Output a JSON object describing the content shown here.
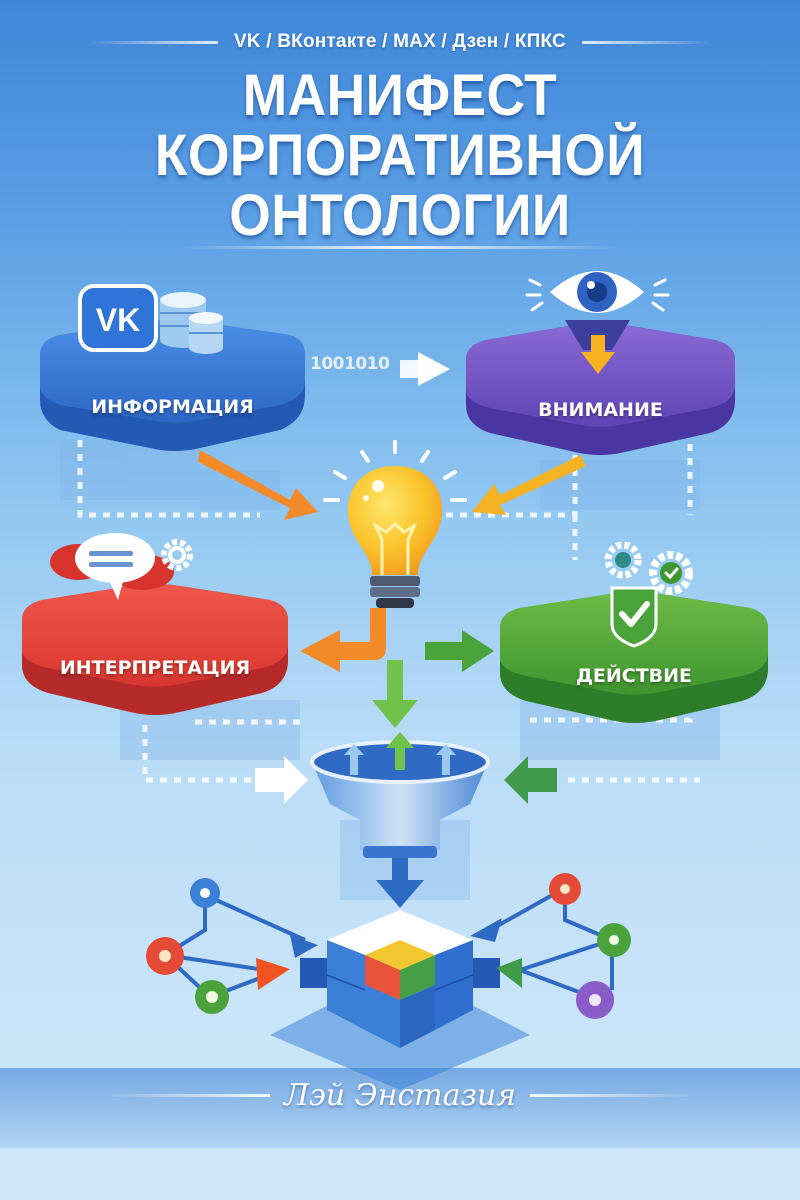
{
  "header": {
    "platforms_line": "VK / ВКонтакте / MAX / Дзен / КПКС",
    "title_lines": [
      "МАНИФЕСТ",
      "КОРПОРАТИВНОЙ",
      "ОНТОЛОГИИ"
    ]
  },
  "diagram": {
    "nodes": [
      {
        "id": "information",
        "label": "ИНФОРМАЦИЯ",
        "color": "#2f6fd0",
        "icons": [
          "vk-logo-icon",
          "database-icon"
        ]
      },
      {
        "id": "attention",
        "label": "ВНИМАНИЕ",
        "color": "#6a4fc0",
        "icons": [
          "eye-icon",
          "down-arrow-icon"
        ]
      },
      {
        "id": "interpretation",
        "label": "ИНТЕРПРЕТАЦИЯ",
        "color": "#e0403a",
        "icons": [
          "speech-bubble-icon",
          "gear-icon"
        ]
      },
      {
        "id": "action",
        "label": "ДЕЙСТВИЕ",
        "color": "#4aa23a",
        "icons": [
          "shield-check-icon",
          "gear-icon",
          "gear-check-icon"
        ]
      }
    ],
    "center": {
      "icon": "lightbulb-icon",
      "color": "#f7c52a"
    },
    "binary_stream": "1001010",
    "funnel": {
      "icon": "funnel-icon",
      "color": "#3f86d8"
    },
    "ontology": {
      "icon": "ontology-cube-icon",
      "cube_colors": [
        "#ffffff",
        "#f2c62f",
        "#e8543a",
        "#45a045",
        "#3b7fd6"
      ]
    },
    "graph_nodes_left": [
      "#3b7fd6",
      "#e54a36",
      "#4aa23a"
    ],
    "graph_nodes_right": [
      "#e54a36",
      "#4aa23a",
      "#8a5cc9"
    ],
    "colors": {
      "orange_arrow": "#f38a2a",
      "yellow_arrow": "#f5b323",
      "green_arrow": "#4aa23a",
      "blue_arrow": "#2d6bc4"
    }
  },
  "footer": {
    "author": "Лэй Энстазия"
  }
}
